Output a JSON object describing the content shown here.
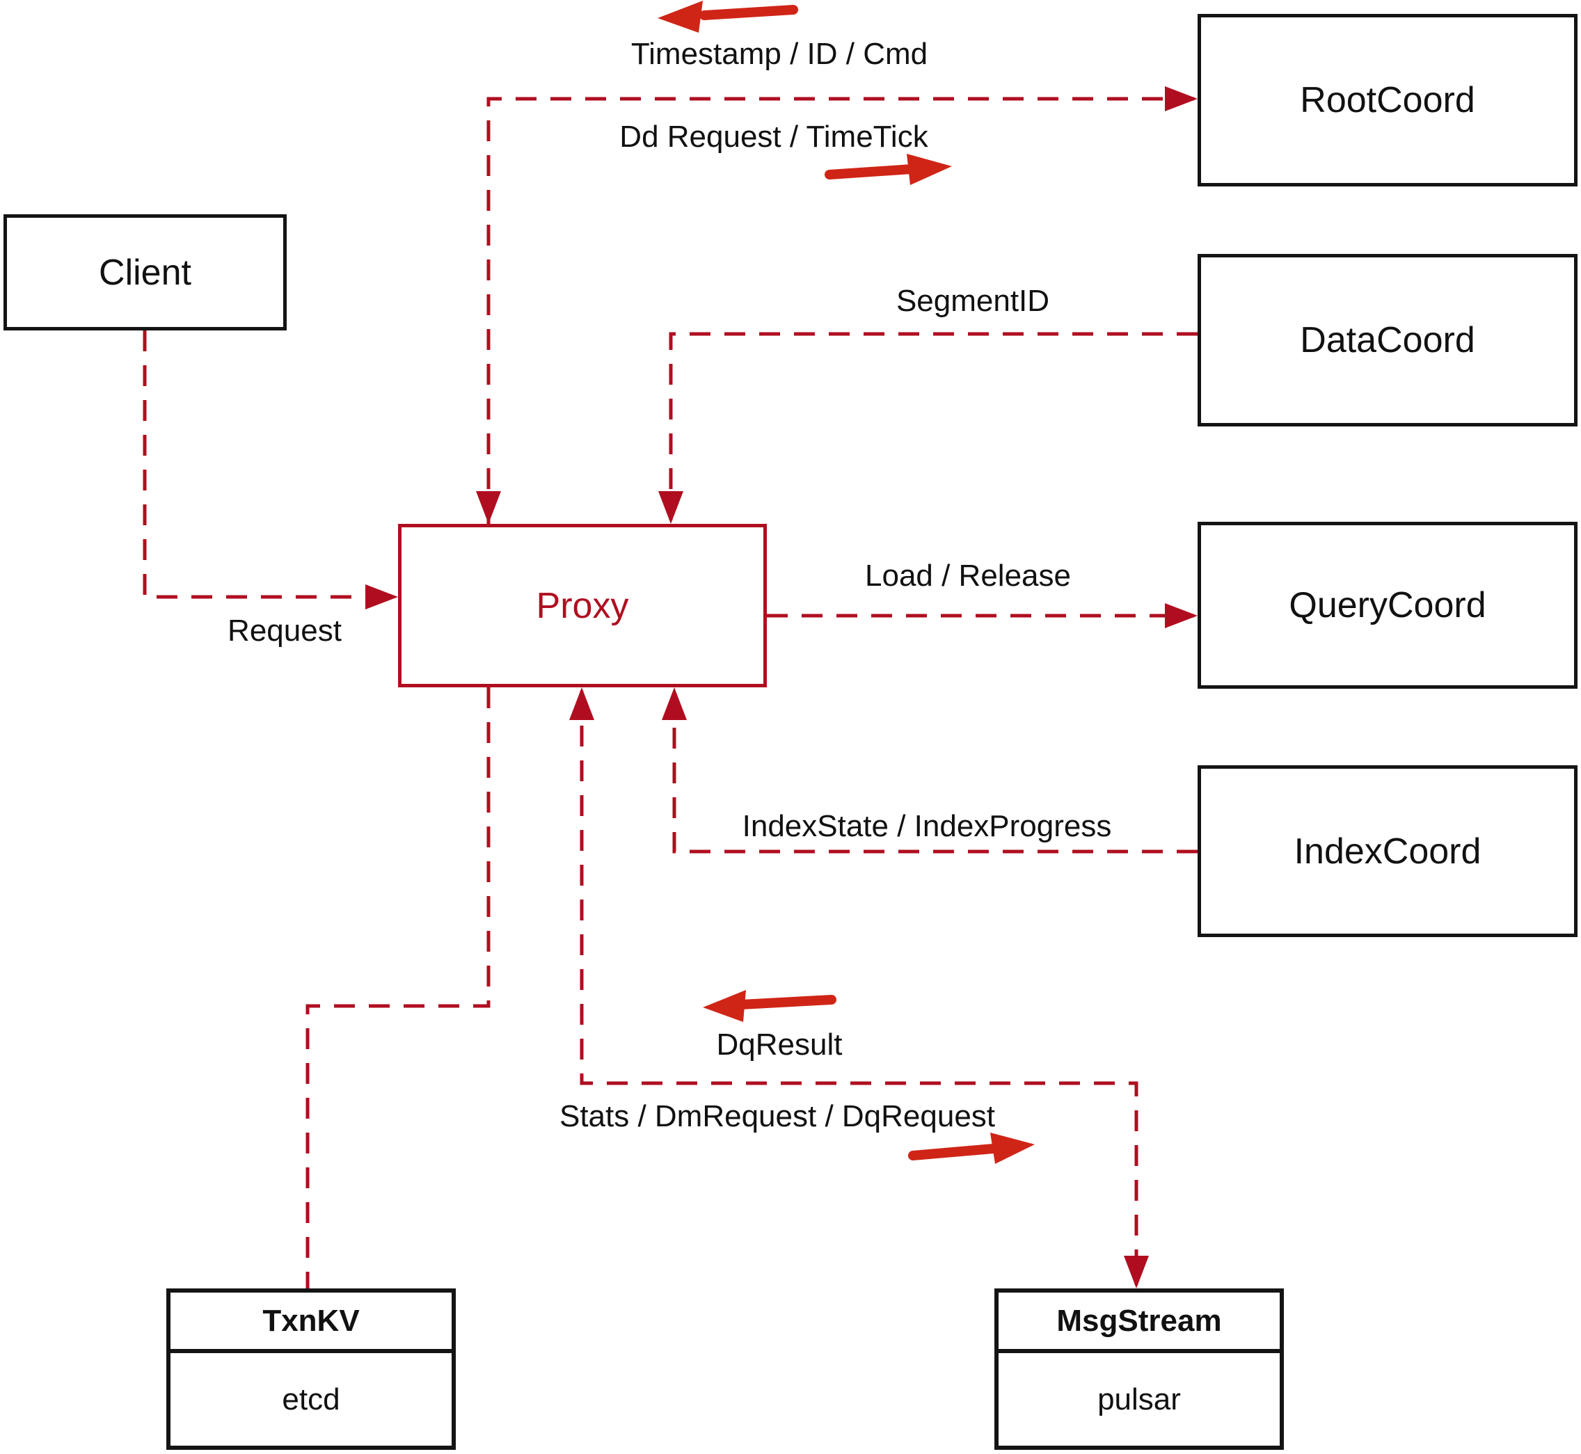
{
  "diagram_type": "architecture-flow",
  "nodes": {
    "client": {
      "label": "Client"
    },
    "rootcoord": {
      "label": "RootCoord"
    },
    "datacoord": {
      "label": "DataCoord"
    },
    "querycoord": {
      "label": "QueryCoord"
    },
    "indexcoord": {
      "label": "IndexCoord"
    },
    "proxy": {
      "label": "Proxy"
    },
    "txnkv": {
      "label": "TxnKV",
      "implementation": "etcd"
    },
    "msgstream": {
      "label": "MsgStream",
      "implementation": "pulsar"
    }
  },
  "edges": {
    "client_to_proxy": {
      "label": "Request"
    },
    "proxy_to_rootcoord": {
      "response_label": "Timestamp / ID / Cmd",
      "request_label": "Dd Request / TimeTick"
    },
    "datacoord_to_proxy": {
      "label": "SegmentID"
    },
    "proxy_to_querycoord": {
      "label": "Load / Release"
    },
    "indexcoord_to_proxy": {
      "label": "IndexState / IndexProgress"
    },
    "proxy_to_msgstream": {
      "response_label": "DqResult",
      "request_label": "Stats / DmRequest / DqRequest"
    },
    "proxy_to_txnkv": {}
  },
  "colors": {
    "dashed_line": "#b00e20",
    "solid_arrow": "#cf2517",
    "node_border": "#141414",
    "text": "#111111",
    "background": "#ffffff"
  }
}
